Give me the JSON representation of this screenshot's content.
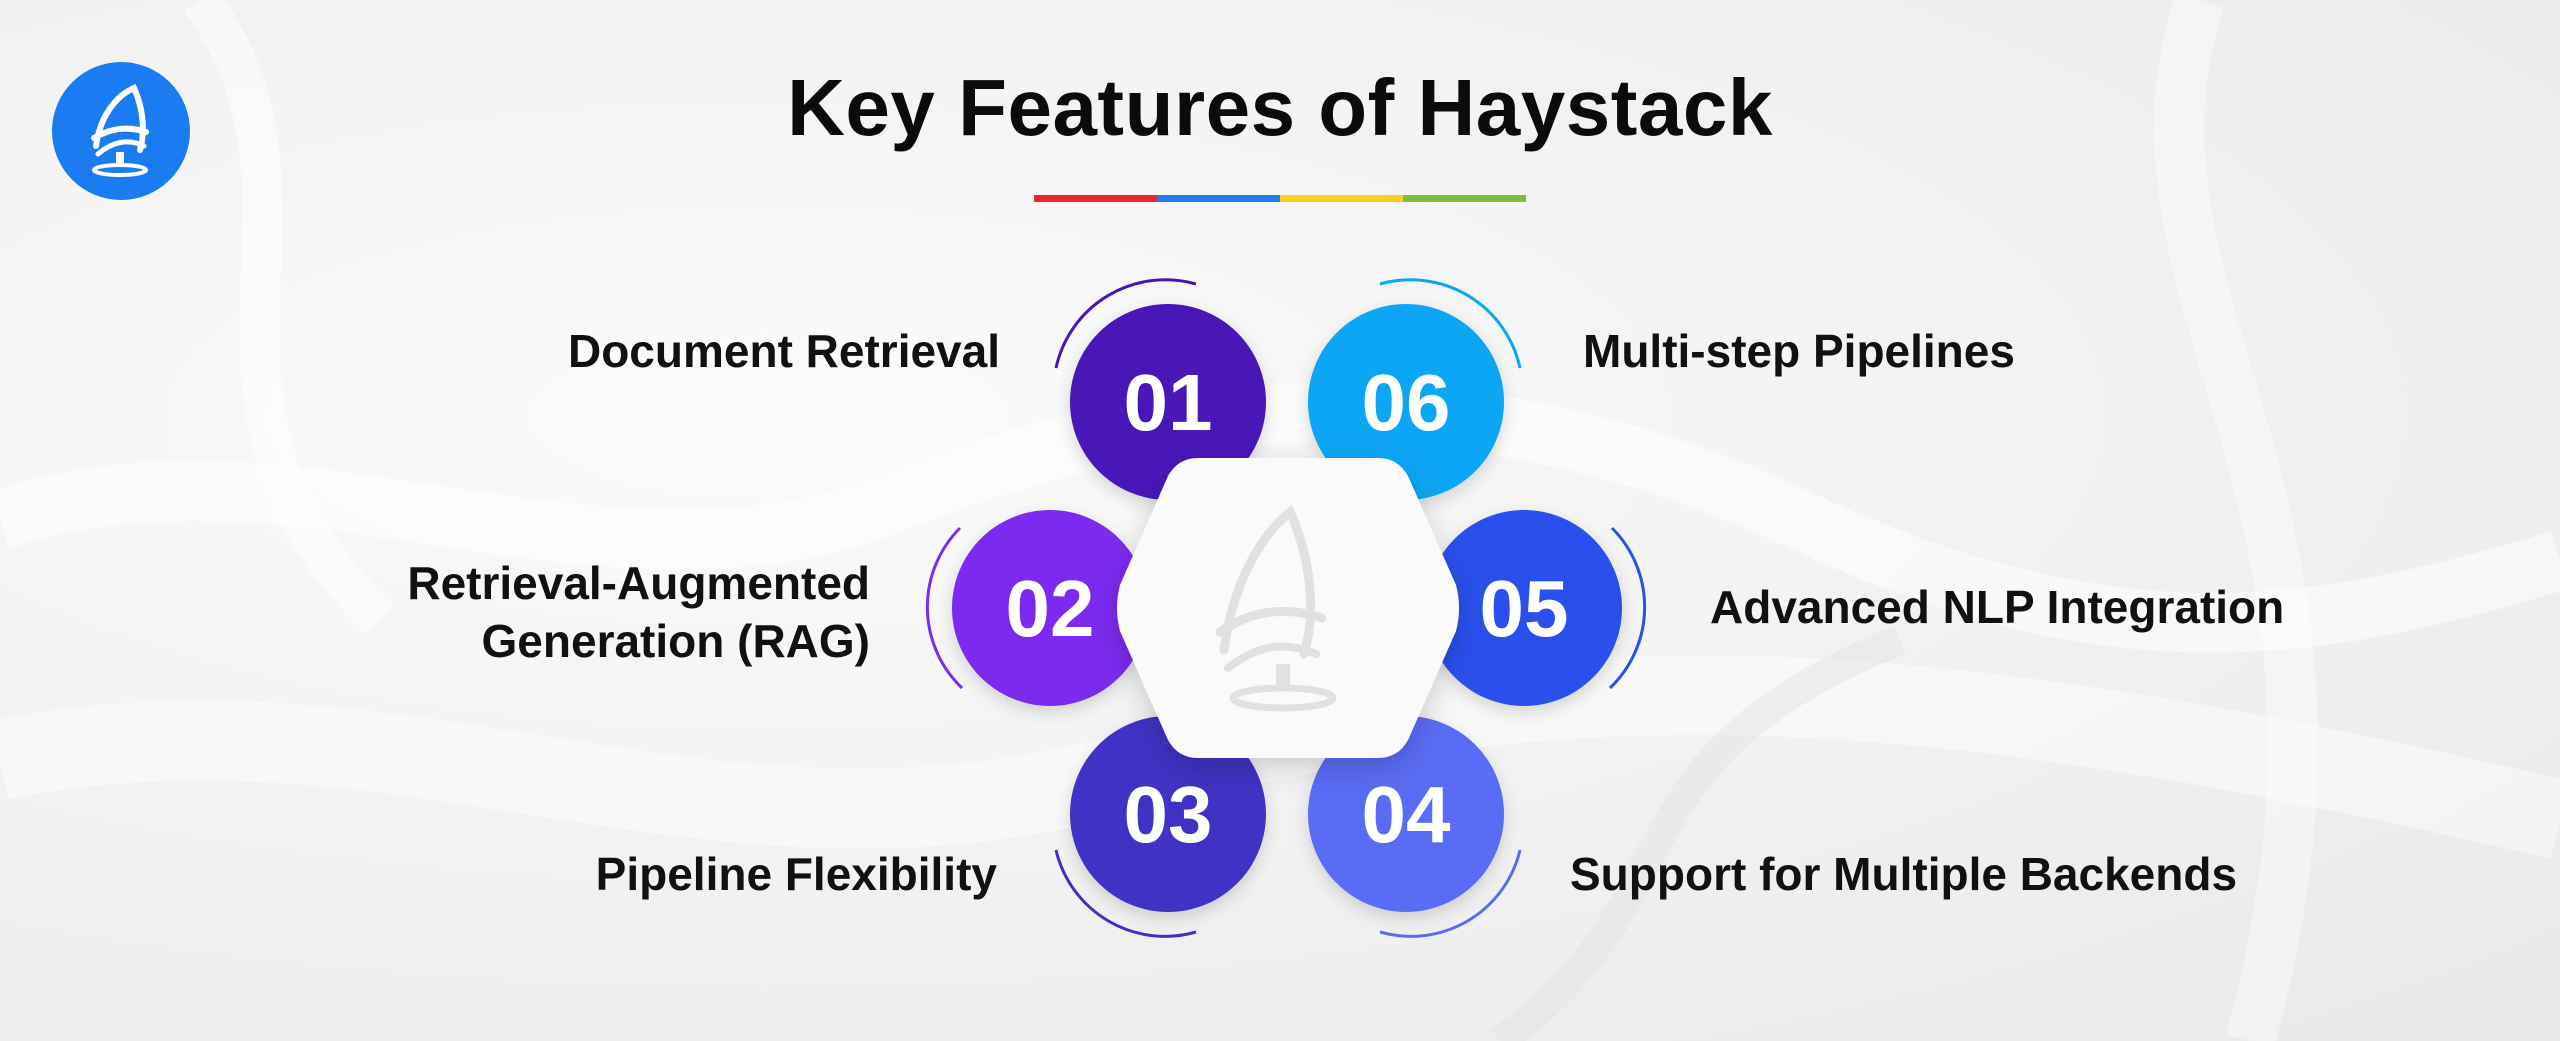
{
  "header": {
    "title": "Key Features of Haystack"
  },
  "logo": {
    "icon": "haystack-logo-icon",
    "color": "#1a7cf0"
  },
  "underline_colors": [
    "#e8262f",
    "#1e7ff0",
    "#f7d21c",
    "#7cbf3c"
  ],
  "features": [
    {
      "number": "01",
      "label": "Document Retrieval",
      "color": "#4a14b8"
    },
    {
      "number": "02",
      "label_lines": [
        "Retrieval-Augmented",
        "Generation (RAG)"
      ],
      "color": "#7b2cf0"
    },
    {
      "number": "03",
      "label": "Pipeline Flexibility",
      "color": "#4130c4"
    },
    {
      "number": "04",
      "label": "Support for Multiple Backends",
      "color": "#5a6cf5"
    },
    {
      "number": "05",
      "label": "Advanced NLP Integration",
      "color": "#2a50ec"
    },
    {
      "number": "06",
      "label": "Multi-step Pipelines",
      "color": "#0aa6f5"
    }
  ],
  "center": {
    "icon": "haystack-watermark-icon"
  }
}
